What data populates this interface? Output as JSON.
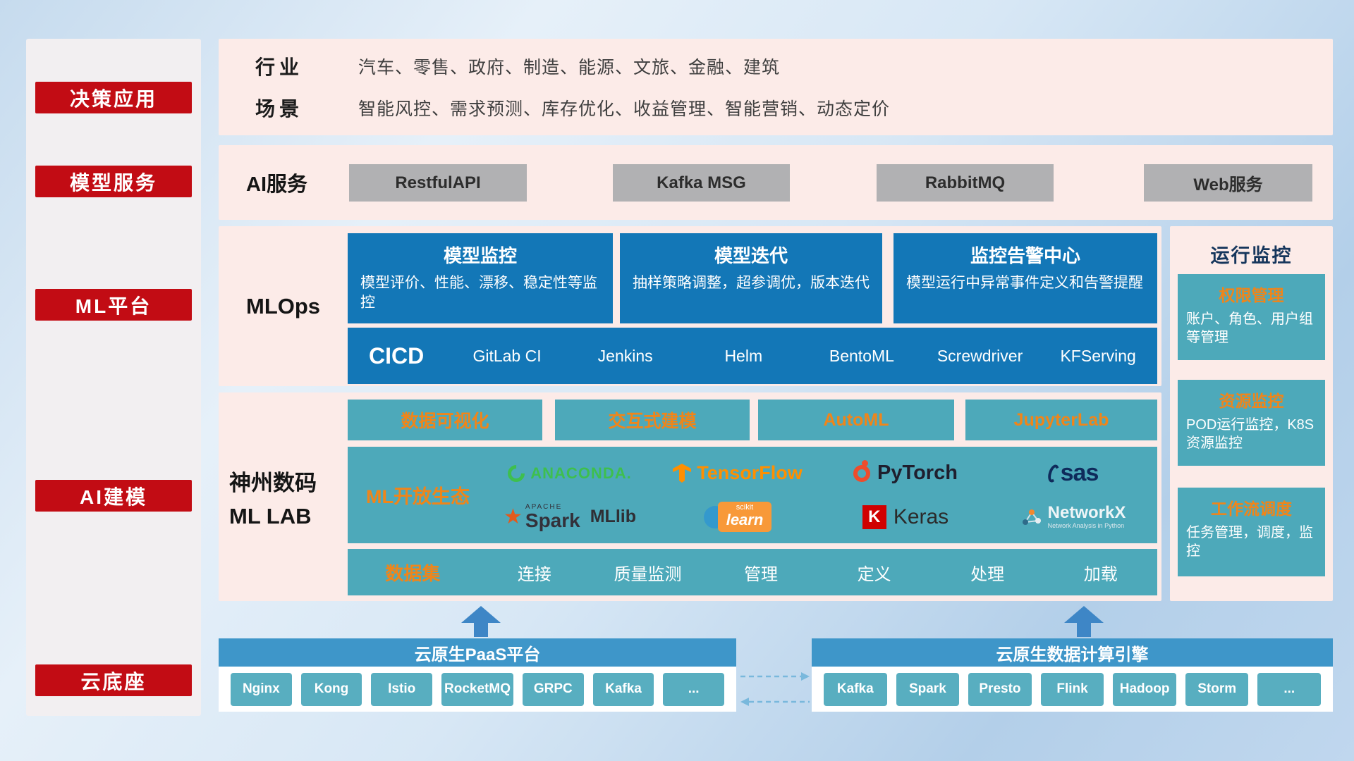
{
  "colors": {
    "sidebar_red": "#c20c14",
    "panel_pink": "#fcebe8",
    "box_blue": "#1377b7",
    "box_teal": "#4da9ba",
    "accent_orange": "#f08519",
    "gray_button": "#b1b1b3",
    "bottom_bar_blue": "#3e96c9",
    "bottom_chip_teal": "#58aec0",
    "title_navy": "#16365c"
  },
  "sidebar": {
    "items": [
      {
        "label": "决策应用"
      },
      {
        "label": "模型服务"
      },
      {
        "label": "ML平台"
      },
      {
        "label": "AI建模"
      },
      {
        "label": "云底座"
      }
    ]
  },
  "business": {
    "industry_label": "行业",
    "industry_text": "汽车、零售、政府、制造、能源、文旅、金融、建筑",
    "scene_label": "场景",
    "scene_text": "智能风控、需求预测、库存优化、收益管理、智能营销、动态定价"
  },
  "ai_service": {
    "label": "AI服务",
    "services": [
      {
        "label": "RestfulAPI"
      },
      {
        "label": "Kafka MSG"
      },
      {
        "label": "RabbitMQ"
      },
      {
        "label": "Web服务"
      }
    ]
  },
  "mlops": {
    "label": "MLOps",
    "cards": [
      {
        "title": "模型监控",
        "desc": "模型评价、性能、漂移、稳定性等监控"
      },
      {
        "title": "模型迭代",
        "desc": "抽样策略调整，超参调优，版本迭代"
      },
      {
        "title": "监控告警中心",
        "desc": "模型运行中异常事件定义和告警提醒"
      }
    ],
    "cicd": {
      "title": "CICD",
      "tools": [
        {
          "label": "GitLab CI"
        },
        {
          "label": "Jenkins"
        },
        {
          "label": "Helm"
        },
        {
          "label": "BentoML"
        },
        {
          "label": "Screwdriver"
        },
        {
          "label": "KFServing"
        }
      ]
    }
  },
  "mllab": {
    "label_line1": "神州数码",
    "label_line2": "ML LAB",
    "modules": [
      {
        "label": "数据可视化"
      },
      {
        "label": "交互式建模"
      },
      {
        "label": "AutoML"
      },
      {
        "label": "JupyterLab"
      }
    ],
    "ecosystem": {
      "label": "ML开放生态",
      "logos": [
        {
          "name": "anaconda",
          "text": "ANACONDA."
        },
        {
          "name": "tensorflow",
          "text": "TensorFlow"
        },
        {
          "name": "pytorch",
          "text": "PyTorch"
        },
        {
          "name": "sas",
          "text": "sas"
        },
        {
          "name": "spark",
          "apache": "APACHE",
          "text": "Spark",
          "suffix": "MLlib"
        },
        {
          "name": "scikit-learn",
          "scikit": "scikit",
          "text": "learn"
        },
        {
          "name": "keras",
          "letter": "K",
          "text": "Keras"
        },
        {
          "name": "networkx",
          "text": "NetworkX",
          "subtitle": "Network Analysis in Python"
        }
      ]
    },
    "dataset": {
      "label": "数据集",
      "items": [
        {
          "label": "连接"
        },
        {
          "label": "质量监测"
        },
        {
          "label": "管理"
        },
        {
          "label": "定义"
        },
        {
          "label": "处理"
        },
        {
          "label": "加载"
        }
      ]
    }
  },
  "monitoring": {
    "title": "运行监控",
    "cards": [
      {
        "title": "权限管理",
        "desc": "账户、角色、用户组等管理"
      },
      {
        "title": "资源监控",
        "desc": "POD运行监控，K8S资源监控"
      },
      {
        "title": "工作流调度",
        "desc": "任务管理，调度，监控"
      }
    ]
  },
  "foundation": {
    "paas": {
      "title": "云原生PaaS平台",
      "items": [
        {
          "label": "Nginx"
        },
        {
          "label": "Kong"
        },
        {
          "label": "Istio"
        },
        {
          "label": "RocketMQ"
        },
        {
          "label": "GRPC"
        },
        {
          "label": "Kafka"
        },
        {
          "label": "..."
        }
      ]
    },
    "compute": {
      "title": "云原生数据计算引擎",
      "items": [
        {
          "label": "Kafka"
        },
        {
          "label": "Spark"
        },
        {
          "label": "Presto"
        },
        {
          "label": "Flink"
        },
        {
          "label": "Hadoop"
        },
        {
          "label": "Storm"
        },
        {
          "label": "..."
        }
      ]
    }
  }
}
